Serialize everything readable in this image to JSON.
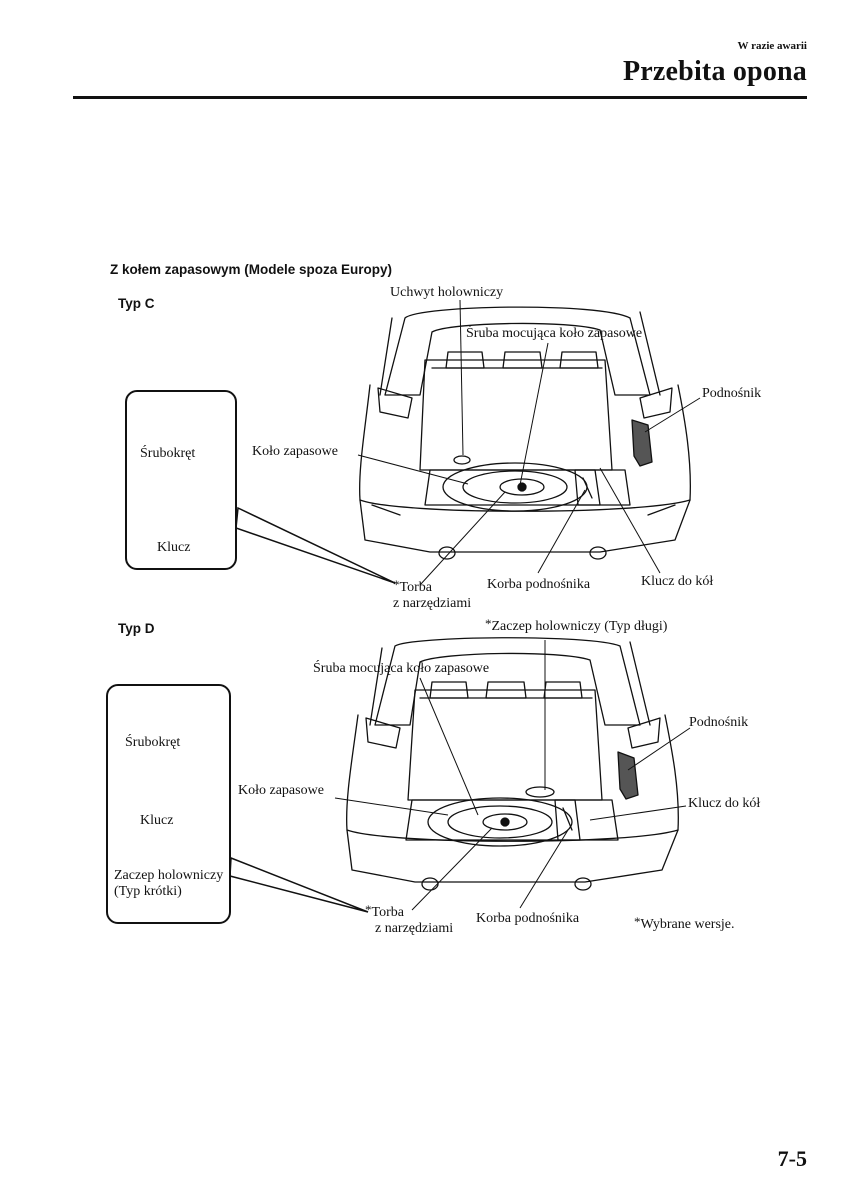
{
  "header": {
    "section": "W razie awarii",
    "title": "Przebita opona"
  },
  "figure_title": "Z kołem zapasowym (Modele spoza Europy)",
  "type_c": {
    "label": "Typ C",
    "tools": [
      "Śrubokręt",
      "Klucz"
    ],
    "callouts": {
      "tow_hook_holder": "Uchwyt holowniczy",
      "spare_bolt": "Śruba mocująca koło zapasowe",
      "jack": "Podnośnik",
      "spare_wheel": "Koło zapasowe",
      "tool_bag_mark": "*",
      "tool_bag_1": "Torba",
      "tool_bag_2": "z narzędziami",
      "jack_crank": "Korba podnośnika",
      "wheel_wrench": "Klucz do kół"
    }
  },
  "type_d": {
    "label": "Typ D",
    "tools": [
      "Śrubokręt",
      "Klucz",
      "Zaczep holowniczy (Typ krótki)"
    ],
    "callouts": {
      "long_hook_mark": "*",
      "long_hook": "Zaczep holowniczy (Typ długi)",
      "spare_bolt": "Śruba mocująca koło zapasowe",
      "jack": "Podnośnik",
      "spare_wheel": "Koło zapasowe",
      "wheel_wrench": "Klucz do kół",
      "tool_bag_mark": "*",
      "tool_bag_1": "Torba",
      "tool_bag_2": "z narzędziami",
      "jack_crank": "Korba podnośnika"
    }
  },
  "footnote": {
    "mark": "*",
    "text": "Wybrane wersje."
  },
  "page_number": "7-5"
}
